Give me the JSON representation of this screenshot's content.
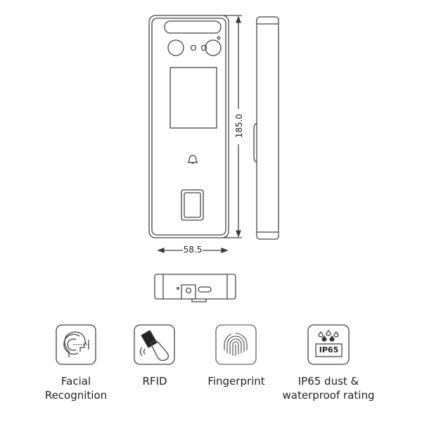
{
  "dimensions": {
    "height": "185.0",
    "width": "58.5"
  },
  "features": [
    {
      "icon": "facial-recognition-icon",
      "label_lines": [
        "Facial",
        "Recognition"
      ]
    },
    {
      "icon": "rfid-icon",
      "label_lines": [
        "RFID"
      ]
    },
    {
      "icon": "fingerprint-icon",
      "label_lines": [
        "Fingerprint"
      ]
    },
    {
      "icon": "ip65-icon",
      "badge": "IP65",
      "label_lines": [
        "IP65 dust &",
        "waterproof rating"
      ]
    }
  ]
}
